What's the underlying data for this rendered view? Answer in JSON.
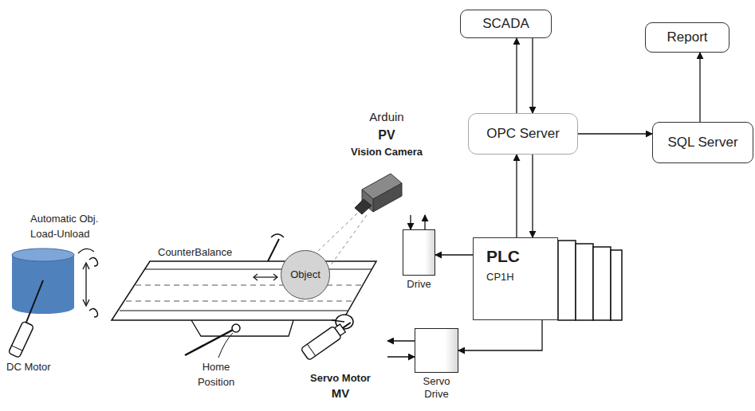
{
  "diagram": {
    "nodes": [
      {
        "text": [
          "SCADA"
        ]
      },
      {
        "text": [
          "Report"
        ]
      },
      {
        "text": [
          "OPC Server"
        ]
      },
      {
        "text": [
          "SQL Server"
        ]
      },
      {
        "text": [
          "Arduin",
          "PV",
          "Vision Camera"
        ]
      },
      {
        "text": [
          "Drive"
        ]
      },
      {
        "text": [
          "PLC",
          "CP1H"
        ]
      },
      {
        "text": [
          "Object"
        ]
      },
      {
        "text": [
          "Servo Drive"
        ]
      },
      {
        "text": [
          "Servo Motor",
          "MV"
        ]
      }
    ],
    "edges": [
      {
        "from": 2,
        "to": 0,
        "arrow": "to"
      },
      {
        "from": 0,
        "to": 2,
        "arrow": "to"
      },
      {
        "from": 2,
        "to": 3,
        "arrow": "to"
      },
      {
        "from": 3,
        "to": 1,
        "arrow": "to"
      },
      {
        "from": 2,
        "to": 6,
        "arrow": "to"
      },
      {
        "from": 6,
        "to": 2,
        "arrow": "to"
      },
      {
        "from": 4,
        "to": 5,
        "arrow": "to"
      },
      {
        "from": 5,
        "to": 4,
        "arrow": "to"
      },
      {
        "from": 6,
        "to": 5,
        "arrow": "to"
      },
      {
        "from": 6,
        "to": 8,
        "arrow": "to"
      },
      {
        "from": 8,
        "to": 9,
        "arrow": "to"
      },
      {
        "from": 9,
        "to": 8,
        "arrow": "to"
      }
    ],
    "labels": [
      "Automatic Obj. Load-Unload",
      "CounterBalance",
      "DC Motor",
      "Home Position"
    ]
  }
}
